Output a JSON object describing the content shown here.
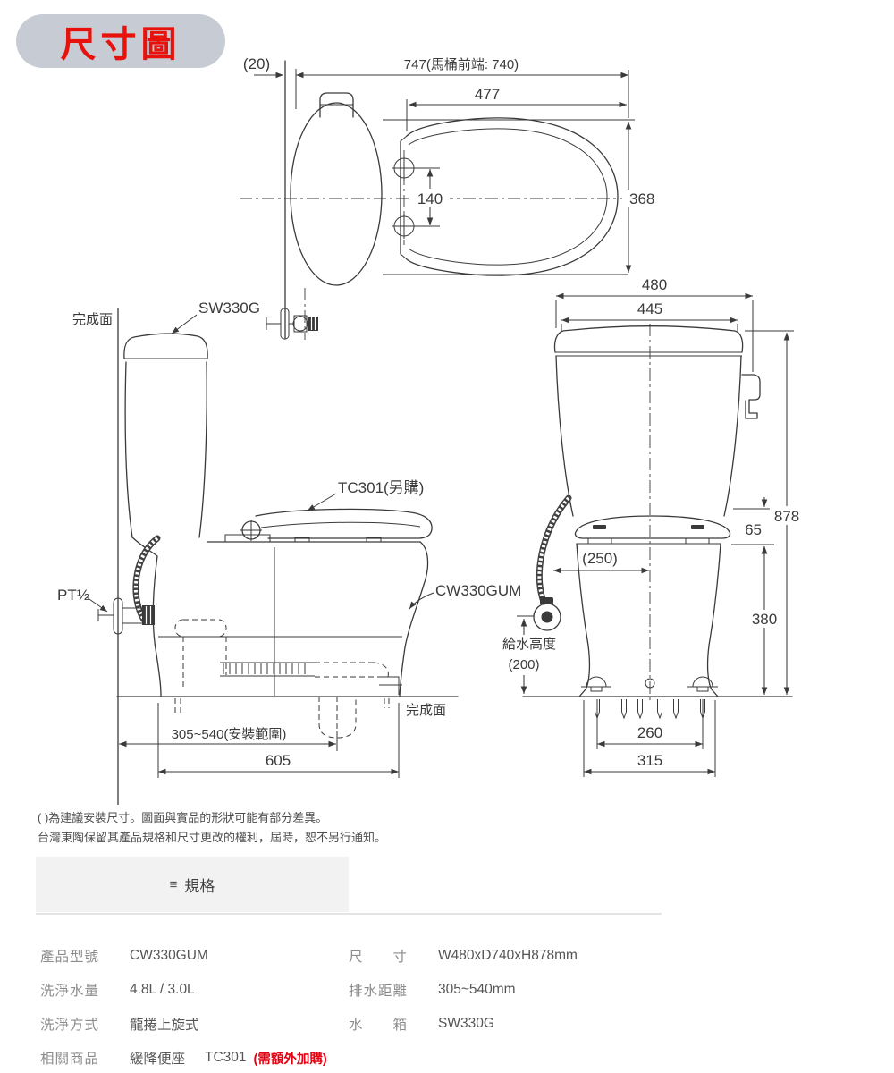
{
  "title": "尺寸圖",
  "colors": {
    "line": "#3a3a3a",
    "accent_red": "#e60012",
    "pill_bg": "#c6cbd4",
    "spec_header_bg": "#f2f2f2",
    "label_gray": "#8c8c8c",
    "value_gray": "#555555"
  },
  "drawing": {
    "top": {
      "d20": "(20)",
      "d747": "747(馬桶前端: 740)",
      "d477": "477",
      "d140": "140",
      "d368": "368"
    },
    "side": {
      "finish_top": "完成面",
      "tank": "SW330G",
      "seat": "TC301(另購)",
      "supply": "PT½",
      "bowl": "CW330GUM",
      "finish_bottom": "完成面",
      "range": "305~540(安裝範圍)",
      "d605": "605"
    },
    "front": {
      "d480": "480",
      "d445": "445",
      "d878": "878",
      "d65": "65",
      "d250": "(250)",
      "d380": "380",
      "supply_h1": "給水高度",
      "supply_h2": "(200)",
      "d260": "260",
      "d315": "315"
    }
  },
  "notes": [
    "( )為建議安裝尺寸。圖面與實品的形狀可能有部分差異。",
    "台灣東陶保留其產品規格和尺寸更改的權利，屆時，恕不另行通知。"
  ],
  "specs": {
    "header_icon": "≡",
    "header": "規格",
    "rows_left": [
      {
        "label": "產品型號",
        "value": "CW330GUM"
      },
      {
        "label": "洗淨水量",
        "value": "4.8L / 3.0L"
      },
      {
        "label": "洗淨方式",
        "value": "龍捲上旋式"
      }
    ],
    "rows_right": [
      {
        "label": "尺　　寸",
        "value": "W480xD740xH878mm"
      },
      {
        "label": "排水距離",
        "value": "305~540mm"
      },
      {
        "label": "水　　箱",
        "value": "SW330G"
      }
    ],
    "related": {
      "label": "相關商品",
      "value": "緩降便座",
      "model": "TC301",
      "note": "(需額外加購)"
    }
  }
}
